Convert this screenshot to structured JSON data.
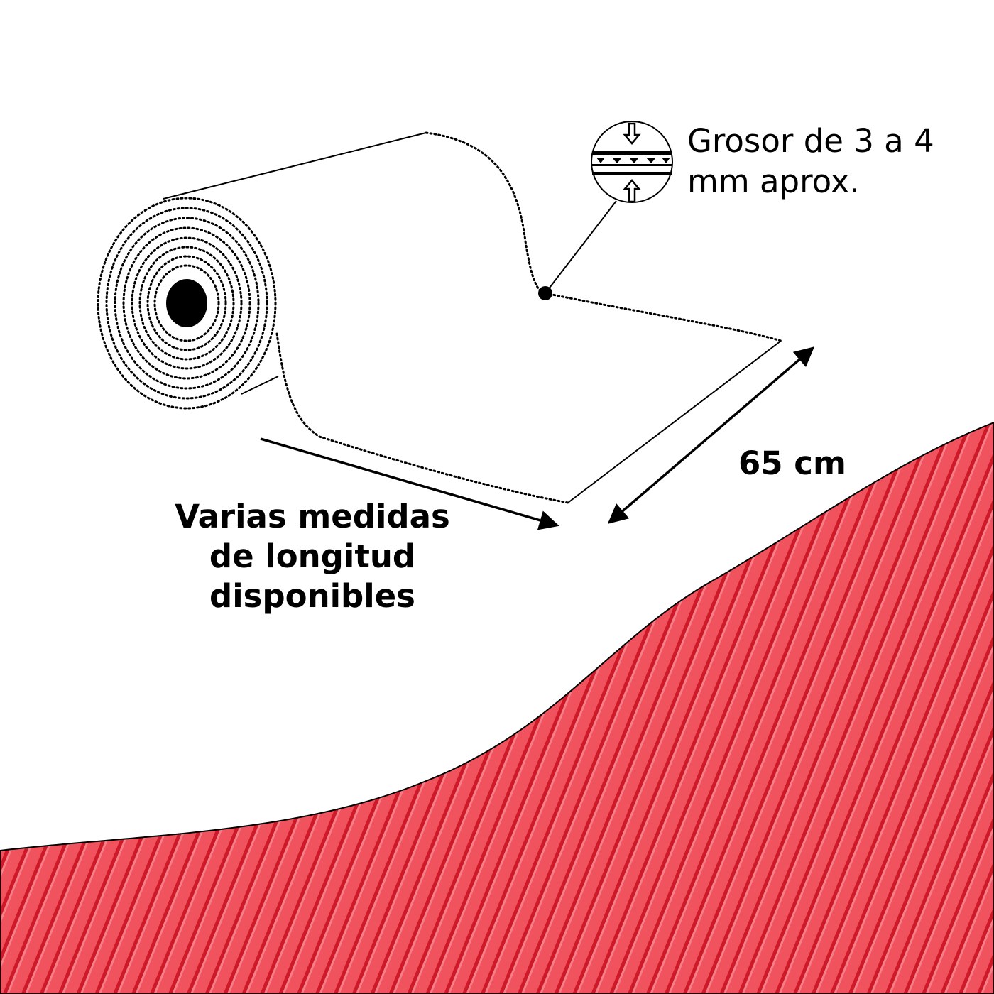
{
  "labels": {
    "thickness_line1": "Grosor de 3 a 4",
    "thickness_line2": "mm aprox.",
    "width": "65 cm",
    "length_line1": "Varias medidas",
    "length_line2": "de longitud",
    "length_line3": "disponibles"
  },
  "colors": {
    "mat_red": "#f0535e",
    "mat_groove": "#c8101e",
    "ink": "#000000"
  }
}
